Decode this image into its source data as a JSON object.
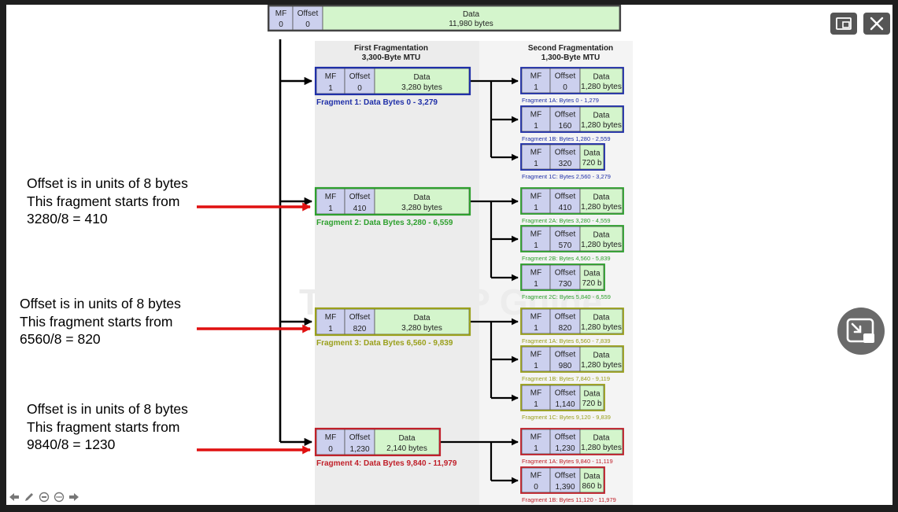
{
  "header": {
    "mf_label": "MF",
    "offset_label": "Offset",
    "data_label": "Data",
    "mf": "0",
    "offset": "0",
    "size": "11,980 bytes"
  },
  "columns": {
    "first_title": "First Fragmentation",
    "first_mtu": "3,300-Byte MTU",
    "second_title": "Second Fragmentation",
    "second_mtu": "1,300-Byte MTU"
  },
  "watermark": "The TCP/IP Guide",
  "colors": {
    "blue": "#1f2fa8",
    "green": "#2ea02e",
    "olive": "#9aa01c",
    "red": "#c0202a",
    "cell_bg": "#ccd0ee",
    "data_bg": "#d4f5cc",
    "arrow_red": "#e01010"
  },
  "fragments": [
    {
      "mf": "1",
      "offset": "0",
      "size": "3,280 bytes",
      "caption": "Fragment 1: Data Bytes 0 - 3,279",
      "subs": [
        {
          "mf": "1",
          "offset": "0",
          "size": "1,280 bytes",
          "caption": "Fragment 1A: Bytes 0 - 1,279"
        },
        {
          "mf": "1",
          "offset": "160",
          "size": "1,280 bytes",
          "caption": "Fragment 1B: Bytes 1,280 - 2,559"
        },
        {
          "mf": "1",
          "offset": "320",
          "size": "720 b",
          "caption": "Fragment 1C: Bytes 2,560 - 3,279"
        }
      ]
    },
    {
      "mf": "1",
      "offset": "410",
      "size": "3,280 bytes",
      "caption": "Fragment 2: Data Bytes 3,280 - 6,559",
      "subs": [
        {
          "mf": "1",
          "offset": "410",
          "size": "1,280 bytes",
          "caption": "Fragment 2A: Bytes 3,280 - 4,559"
        },
        {
          "mf": "1",
          "offset": "570",
          "size": "1,280 bytes",
          "caption": "Fragment 2B: Bytes 4,560 - 5,839"
        },
        {
          "mf": "1",
          "offset": "730",
          "size": "720 b",
          "caption": "Fragment 2C: Bytes 5,840 - 6,559"
        }
      ]
    },
    {
      "mf": "1",
      "offset": "820",
      "size": "3,280 bytes",
      "caption": "Fragment 3: Data Bytes 6,560 - 9,839",
      "subs": [
        {
          "mf": "1",
          "offset": "820",
          "size": "1,280 bytes",
          "caption": "Fragment 1A: Bytes 6,560 - 7,839"
        },
        {
          "mf": "1",
          "offset": "980",
          "size": "1,280 bytes",
          "caption": "Fragment 1B: Bytes 7,840 - 9,119"
        },
        {
          "mf": "1",
          "offset": "1,140",
          "size": "720 b",
          "caption": "Fragment 1C: Bytes 9,120 - 9,839"
        }
      ]
    },
    {
      "mf": "0",
      "offset": "1,230",
      "size": "2,140 bytes",
      "caption": "Fragment 4: Data Bytes 9,840 - 11,979",
      "subs": [
        {
          "mf": "1",
          "offset": "1,230",
          "size": "1,280 bytes",
          "caption": "Fragment 1A: Bytes 9,840 - 11,119"
        },
        {
          "mf": "0",
          "offset": "1,390",
          "size": "860 b",
          "caption": "Fragment 1B: Bytes 11,120 - 11,979"
        }
      ]
    }
  ],
  "annotations": [
    {
      "lines": [
        "Offset is in units of 8 bytes",
        "This fragment starts from",
        "3280/8 = 410"
      ]
    },
    {
      "lines": [
        "Offset is in units of 8 bytes",
        "This fragment starts from",
        "6560/8 = 820"
      ]
    },
    {
      "lines": [
        "Offset is in units of 8 bytes",
        "This fragment starts from",
        "9840/8 = 1230"
      ]
    }
  ],
  "controls": {
    "restore_icon": "restore-window-icon",
    "close_icon": "close-icon",
    "exit_fullscreen_icon": "exit-fullscreen-icon",
    "toolbar_icons": [
      "arrow-left-icon",
      "pen-icon",
      "chat-icon",
      "more-icon",
      "arrow-right-icon"
    ]
  }
}
